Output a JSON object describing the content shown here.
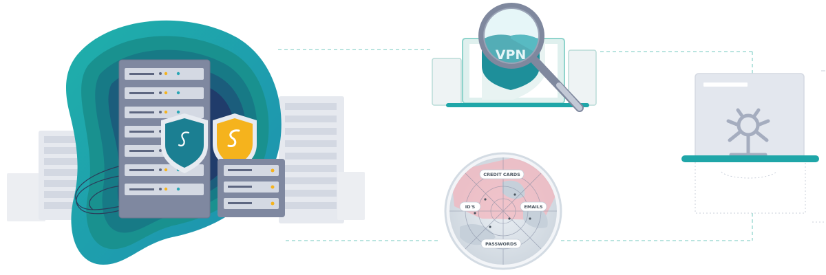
{
  "illustration": {
    "vpn_label": "VPN",
    "globe_labels": {
      "credit_cards": "CREDIT CARDS",
      "ids": "ID'S",
      "emails": "EMAILS",
      "passwords": "PASSWORDS"
    },
    "colors": {
      "teal": "#1fa6a8",
      "navy": "#203c6b",
      "shield_teal": "#1b7f92",
      "shield_gold": "#f5b31d",
      "server_gray": "#8a93a8",
      "pink": "#f3b5be"
    },
    "icons": [
      "server-rack-icon",
      "shield-icon",
      "lightning-shield-icon",
      "laptop-icon",
      "magnifier-icon",
      "globe-icon",
      "bug-icon"
    ]
  }
}
